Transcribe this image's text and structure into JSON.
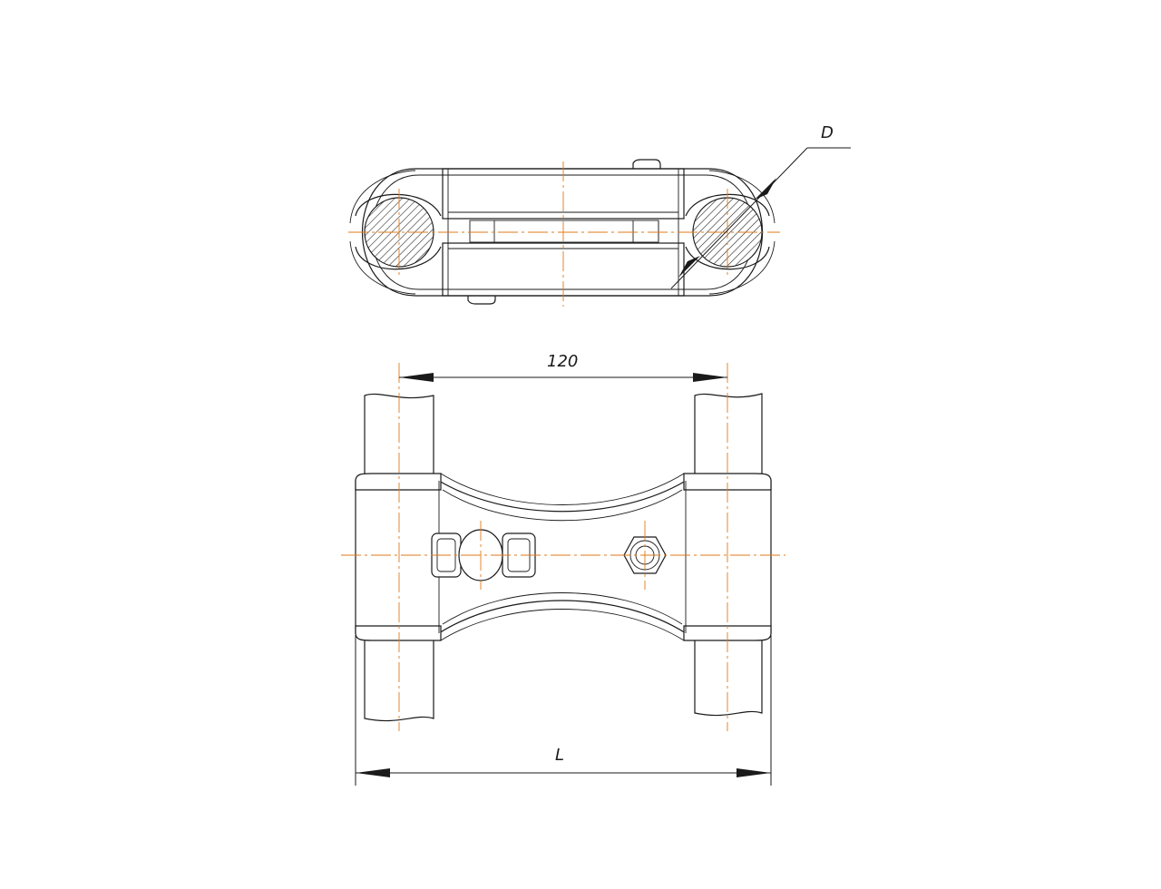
{
  "drawing": {
    "dimensions": {
      "pitch_label": "120",
      "diameter_label": "D",
      "length_label": "L"
    },
    "colors": {
      "outline": "#1a1a1a",
      "centerline": "#e07a1a",
      "background": "#ffffff"
    }
  }
}
